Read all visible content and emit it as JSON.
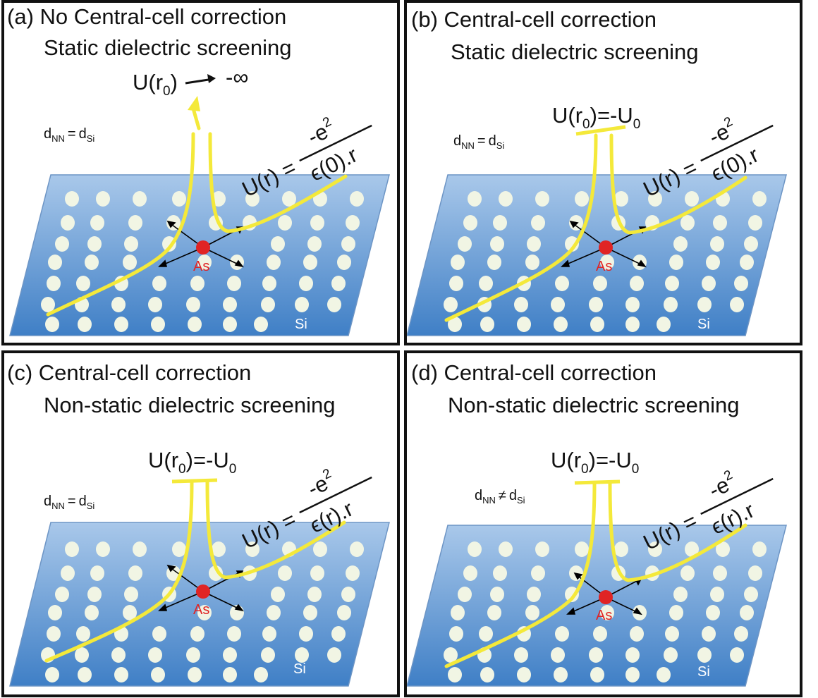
{
  "panels": {
    "a": {
      "title": "(a) No Central-cell correction",
      "subtitle": "Static dielectric screening",
      "nn": {
        "d": "d",
        "nn_sub": "NN",
        "rel": "=",
        "si_sub": "Si"
      },
      "u0": {
        "u": "U(r",
        "zero": "0",
        "close": ")",
        "arrow_value": "-∞"
      },
      "eq": {
        "lhs": "U(r) =",
        "num": "-e",
        "pow": "2",
        "den": "ϵ(0).r"
      },
      "dopant": "As",
      "host": "Si"
    },
    "b": {
      "title": "(b) Central-cell correction",
      "subtitle": "Static dielectric screening",
      "nn": {
        "d": "d",
        "nn_sub": "NN",
        "rel": "=",
        "si_sub": "Si"
      },
      "u0": {
        "u": "U(r",
        "zero": "0",
        "close": ")=-U",
        "sub": "0"
      },
      "eq": {
        "lhs": "U(r) =",
        "num": "-e",
        "pow": "2",
        "den": "ϵ(0).r"
      },
      "dopant": "As",
      "host": "Si"
    },
    "c": {
      "title": "(c) Central-cell correction",
      "subtitle": "Non-static dielectric screening",
      "nn": {
        "d": "d",
        "nn_sub": "NN",
        "rel": "=",
        "si_sub": "Si"
      },
      "u0": {
        "u": "U(r",
        "zero": "0",
        "close": ")=-U",
        "sub": "0"
      },
      "eq": {
        "lhs": "U(r) =",
        "num": "-e",
        "pow": "2",
        "den": "ϵ(r).r"
      },
      "dopant": "As",
      "host": "Si"
    },
    "d": {
      "title": "(d) Central-cell correction",
      "subtitle": "Non-static dielectric screening",
      "nn": {
        "d": "d",
        "nn_sub": "NN",
        "rel": "≠",
        "si_sub": "Si"
      },
      "u0": {
        "u": "U(r",
        "zero": "0",
        "close": ")=-U",
        "sub": "0"
      },
      "eq": {
        "lhs": "U(r) =",
        "num": "-e",
        "pow": "2",
        "den": "ϵ(r).r"
      },
      "dopant": "As",
      "host": "Si"
    }
  },
  "colors": {
    "slab_top": "#a9c8ea",
    "slab_bottom": "#3f7fc6",
    "atom": "#f1f5e4",
    "curve": "#f4e93a",
    "dopant": "#e02424"
  }
}
